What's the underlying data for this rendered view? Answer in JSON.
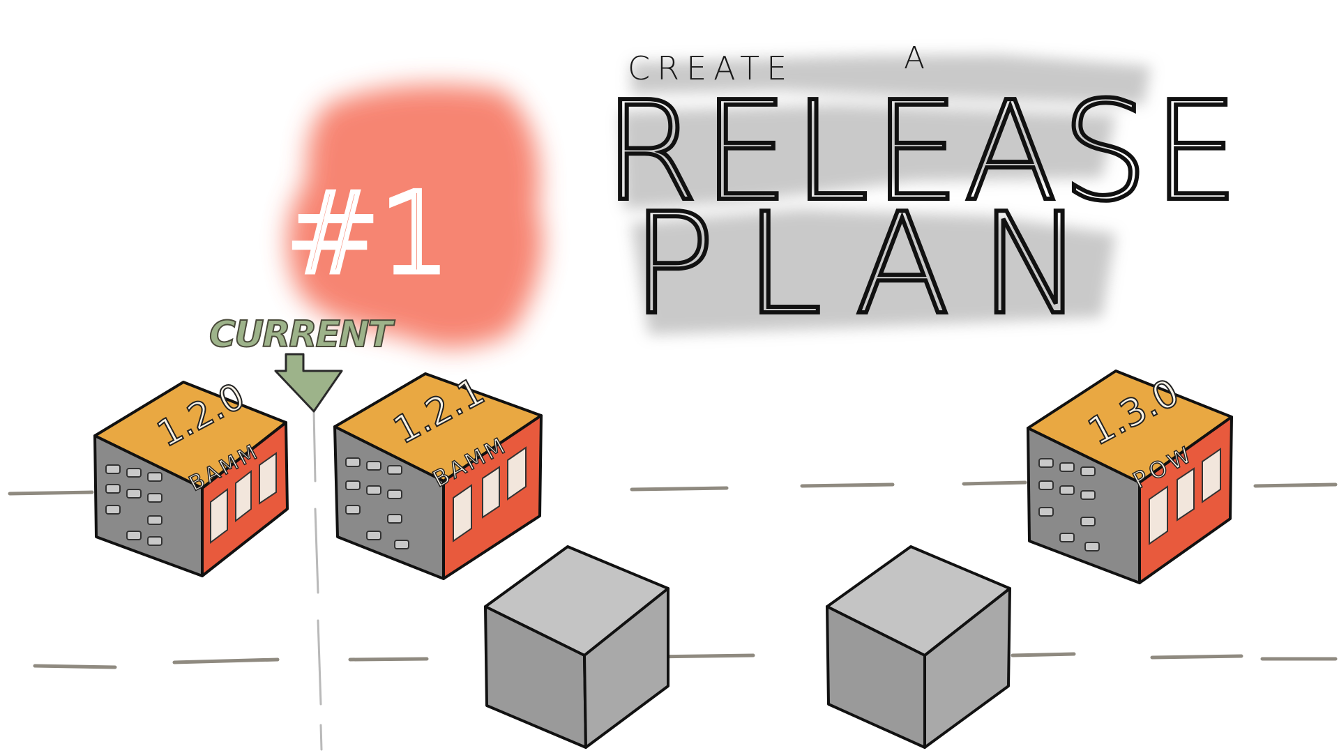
{
  "header": {
    "line1": "CREATE",
    "line1b": "A",
    "line2": "RELEASE",
    "line3": "PLAN"
  },
  "badge": {
    "label": "#1"
  },
  "marker": {
    "label": "CURRENT"
  },
  "releases": [
    {
      "version": "1.2.0",
      "codename": "BAMM"
    },
    {
      "version": "1.2.1",
      "codename": "BAMM"
    },
    {
      "version": "1.3.0",
      "codename": "POW"
    }
  ],
  "colors": {
    "badge": "#f56f5a",
    "marker": "#9db38a",
    "cube_top": "#e9a842",
    "cube_front": "#8a8a8a",
    "cube_side": "#e85a3d",
    "cube_empty": "#a8a8a8",
    "ink": "#111111",
    "title_wash": "#b7b7b7",
    "timeline": "#8f8a80"
  }
}
